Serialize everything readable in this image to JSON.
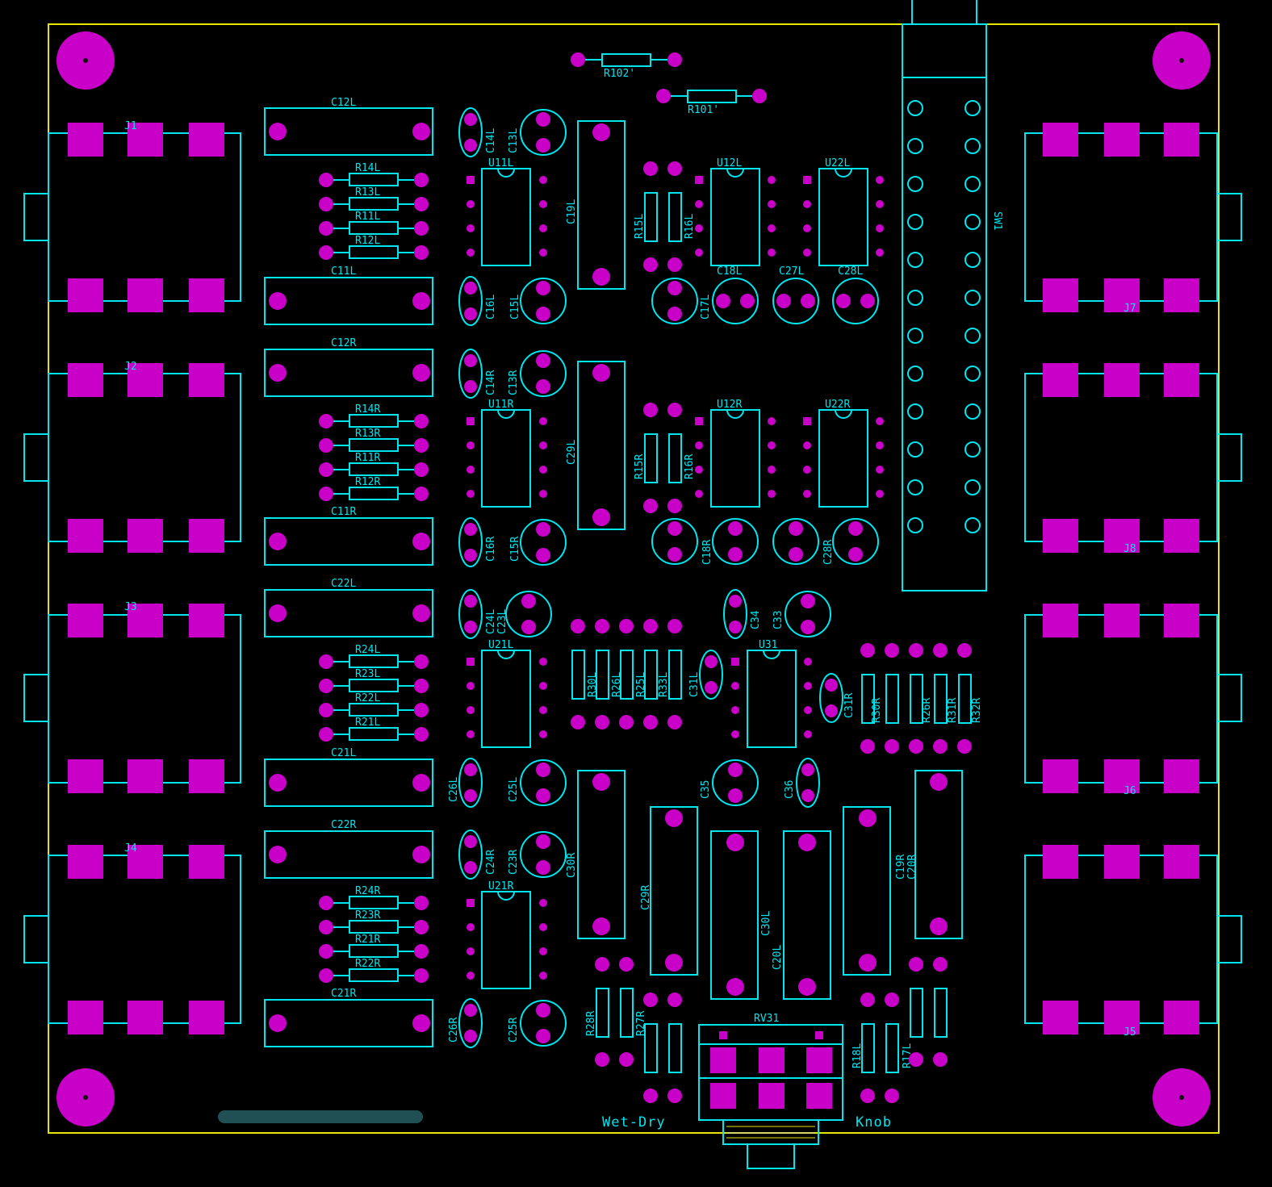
{
  "board": {
    "silk_color": "#00e5ee",
    "pad_color": "#c800c8",
    "edge_color": "#e6e600",
    "background": "#000000"
  },
  "silkscreen": {
    "wet_dry": "Wet-Dry",
    "knob": "Knob"
  },
  "labels": {
    "r102": "R102'",
    "r101": "R101'",
    "c12l": "C12L",
    "c11l": "C11L",
    "c12r": "C12R",
    "c11r": "C11R",
    "c22l": "C22L",
    "c21l": "C21L",
    "c22r": "C22R",
    "c21r": "C21R",
    "j1": "J1",
    "j2": "J2",
    "j3": "J3",
    "j4": "J4",
    "j5": "J5",
    "j6": "J6",
    "j7": "J7",
    "j8": "J8",
    "r14l": "R14L",
    "r13l": "R13L",
    "r11l": "R11L",
    "r12l": "R12L",
    "r14r": "R14R",
    "r13r": "R13R",
    "r11r": "R11R",
    "r12r": "R12R",
    "r24l": "R24L",
    "r23l": "R23L",
    "r22l": "R22L",
    "r21l": "R21L",
    "r24r": "R24R",
    "r23r": "R23R",
    "r21r": "R21R",
    "r22r": "R22R",
    "u11l": "U11L",
    "u11r": "U11R",
    "u21l": "U21L",
    "u21r": "U21R",
    "u12l": "U12L",
    "u22l": "U22L",
    "u12r": "U12R",
    "u22r": "U22R",
    "u31": "U31",
    "c14l": "C14L",
    "c13l": "C13L",
    "c16l": "C16L",
    "c15l": "C15L",
    "c14r": "C14R",
    "c13r": "C13R",
    "c16r": "C16R",
    "c15r": "C15R",
    "c24l": "C24L",
    "c23l": "C23L",
    "c26l": "C26L",
    "c25l": "C25L",
    "c24r": "C24R",
    "c23r": "C23R",
    "c26r": "C26R",
    "c25r": "C25R",
    "c19l": "C19L",
    "c29l": "C29L",
    "c30r": "C30R",
    "c29r": "C29R",
    "c30l": "C30L",
    "c20l": "C20L",
    "c19r": "C19R",
    "c20r": "C20R",
    "r15l": "R15L",
    "r16l": "R16L",
    "r15r": "R15R",
    "r16r": "R16R",
    "c17l": "C17L",
    "c18l": "C18L",
    "c27l": "C27L",
    "c28l": "C28L",
    "c18r": "C18R",
    "c28r": "C28R",
    "r30l": "R30L",
    "r26l": "R26L",
    "r25l": "R25L",
    "r33l": "R33L",
    "c31l": "C31L",
    "c34": "C34",
    "c33": "C33",
    "c31r": "C31R",
    "r30r": "R30R",
    "r26r": "R26R",
    "r31r": "R31R",
    "r32r": "R32R",
    "c35": "C35",
    "c36": "C36",
    "r28r": "R28R",
    "r27r": "R27R",
    "r18l": "R18L",
    "r17l": "R17L",
    "rv31": "RV31",
    "sw1": "SW1"
  }
}
